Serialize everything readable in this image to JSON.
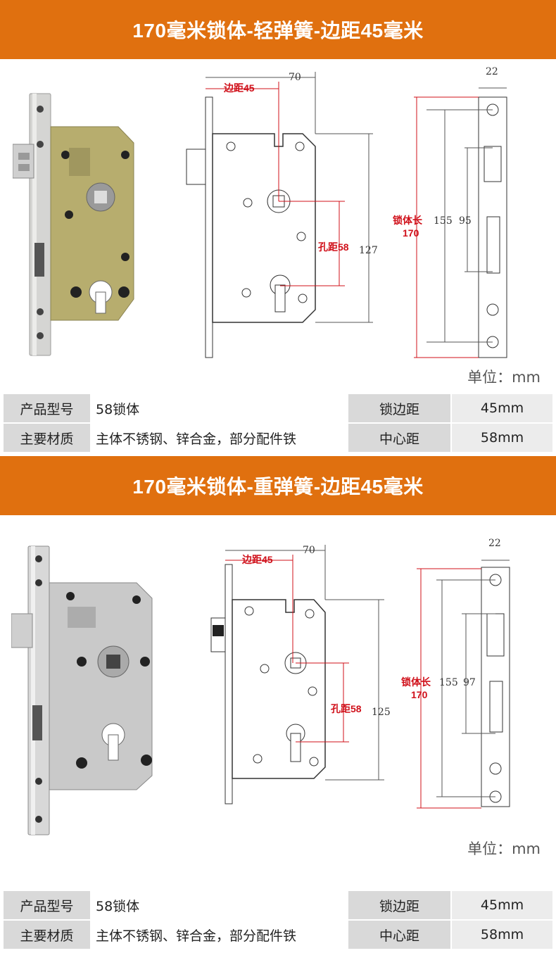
{
  "sections": [
    {
      "title": "170毫米锁体-轻弹簧-边距45毫米",
      "photo": "lock-body-gold",
      "dims": {
        "width": "70",
        "backset": "边距45",
        "hole_distance": "孔距58",
        "height": "127",
        "faceplate_width": "22",
        "length_label": "锁体长",
        "length": "170",
        "span_outer": "155",
        "span_inner": "95"
      },
      "unit": "单位：mm",
      "specs": [
        {
          "label": "产品型号",
          "value": "58锁体",
          "label2": "锁边距",
          "value2": "45mm"
        },
        {
          "label": "主要材质",
          "value": "主体不锈钢、锌合金，部分配件铁",
          "label2": "中心距",
          "value2": "58mm"
        }
      ]
    },
    {
      "title": "170毫米锁体-重弹簧-边距45毫米",
      "photo": "lock-body-silver",
      "dims": {
        "width": "70",
        "backset": "边距45",
        "hole_distance": "孔距58",
        "height": "125",
        "faceplate_width": "22",
        "length_label": "锁体长",
        "length": "170",
        "span_outer": "155",
        "span_inner": "97"
      },
      "unit": "单位：mm",
      "specs": [
        {
          "label": "产品型号",
          "value": "58锁体",
          "label2": "锁边距",
          "value2": "45mm"
        },
        {
          "label": "主要材质",
          "value": "主体不锈钢、锌合金，部分配件铁",
          "label2": "中心距",
          "value2": "58mm"
        }
      ]
    }
  ],
  "colors": {
    "banner": "#e0700f",
    "dimension_red": "#d0101a",
    "gold_body": "#b7ad6e",
    "silver_body": "#c9c9c9"
  }
}
